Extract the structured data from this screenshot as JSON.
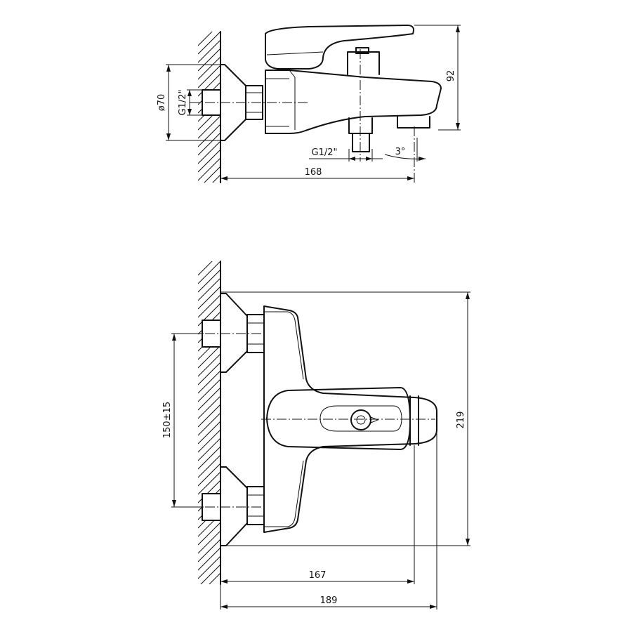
{
  "top_view": {
    "dims": {
      "diameter": "ø70",
      "inlet_thread": "G1/2\"",
      "height": "92",
      "outlet_thread": "G1/2\"",
      "angle": "3°",
      "length": "168"
    }
  },
  "front_view": {
    "dims": {
      "inlet_spacing": "150±15",
      "height": "219",
      "depth_spout": "167",
      "depth_total": "189"
    }
  }
}
